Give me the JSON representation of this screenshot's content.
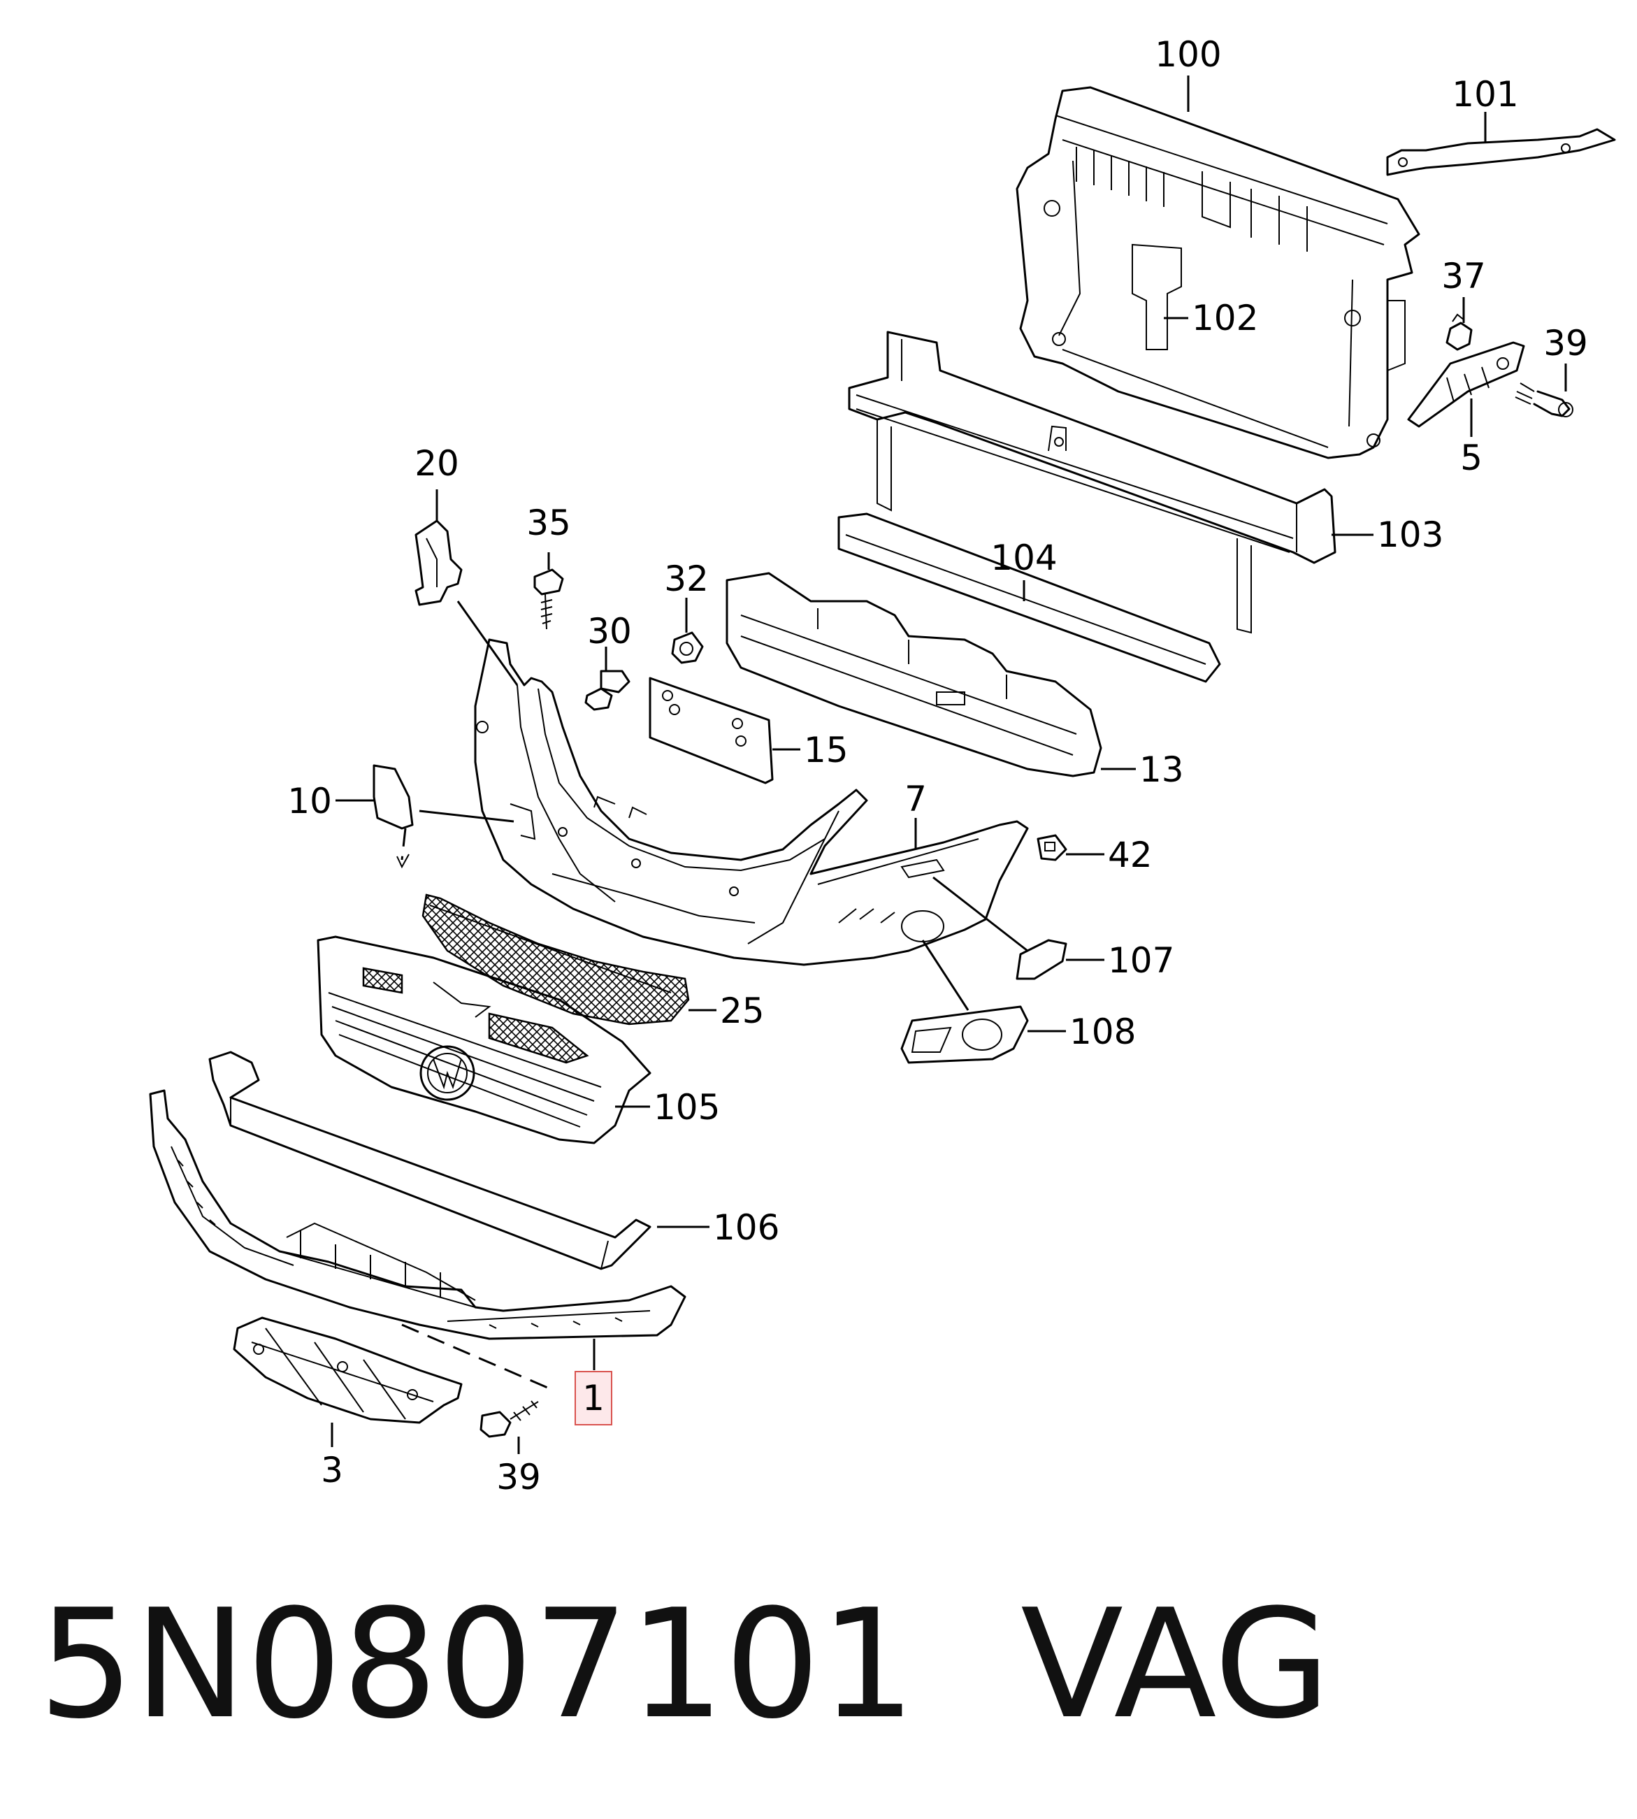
{
  "part_number": "5N0807101",
  "brand": "VAG",
  "highlighted_callout": "1",
  "highlight_color": "#fde8ea",
  "callouts": {
    "c100": "100",
    "c101": "101",
    "c102": "102",
    "c37": "37",
    "c39a": "39",
    "c5": "5",
    "c103": "103",
    "c104": "104",
    "c20": "20",
    "c35": "35",
    "c32": "32",
    "c30": "30",
    "c15": "15",
    "c13": "13",
    "c10": "10",
    "c7": "7",
    "c42": "42",
    "c107": "107",
    "c25": "25",
    "c108": "108",
    "c105": "105",
    "c106": "106",
    "c1": "1",
    "c3": "3",
    "c39b": "39"
  }
}
